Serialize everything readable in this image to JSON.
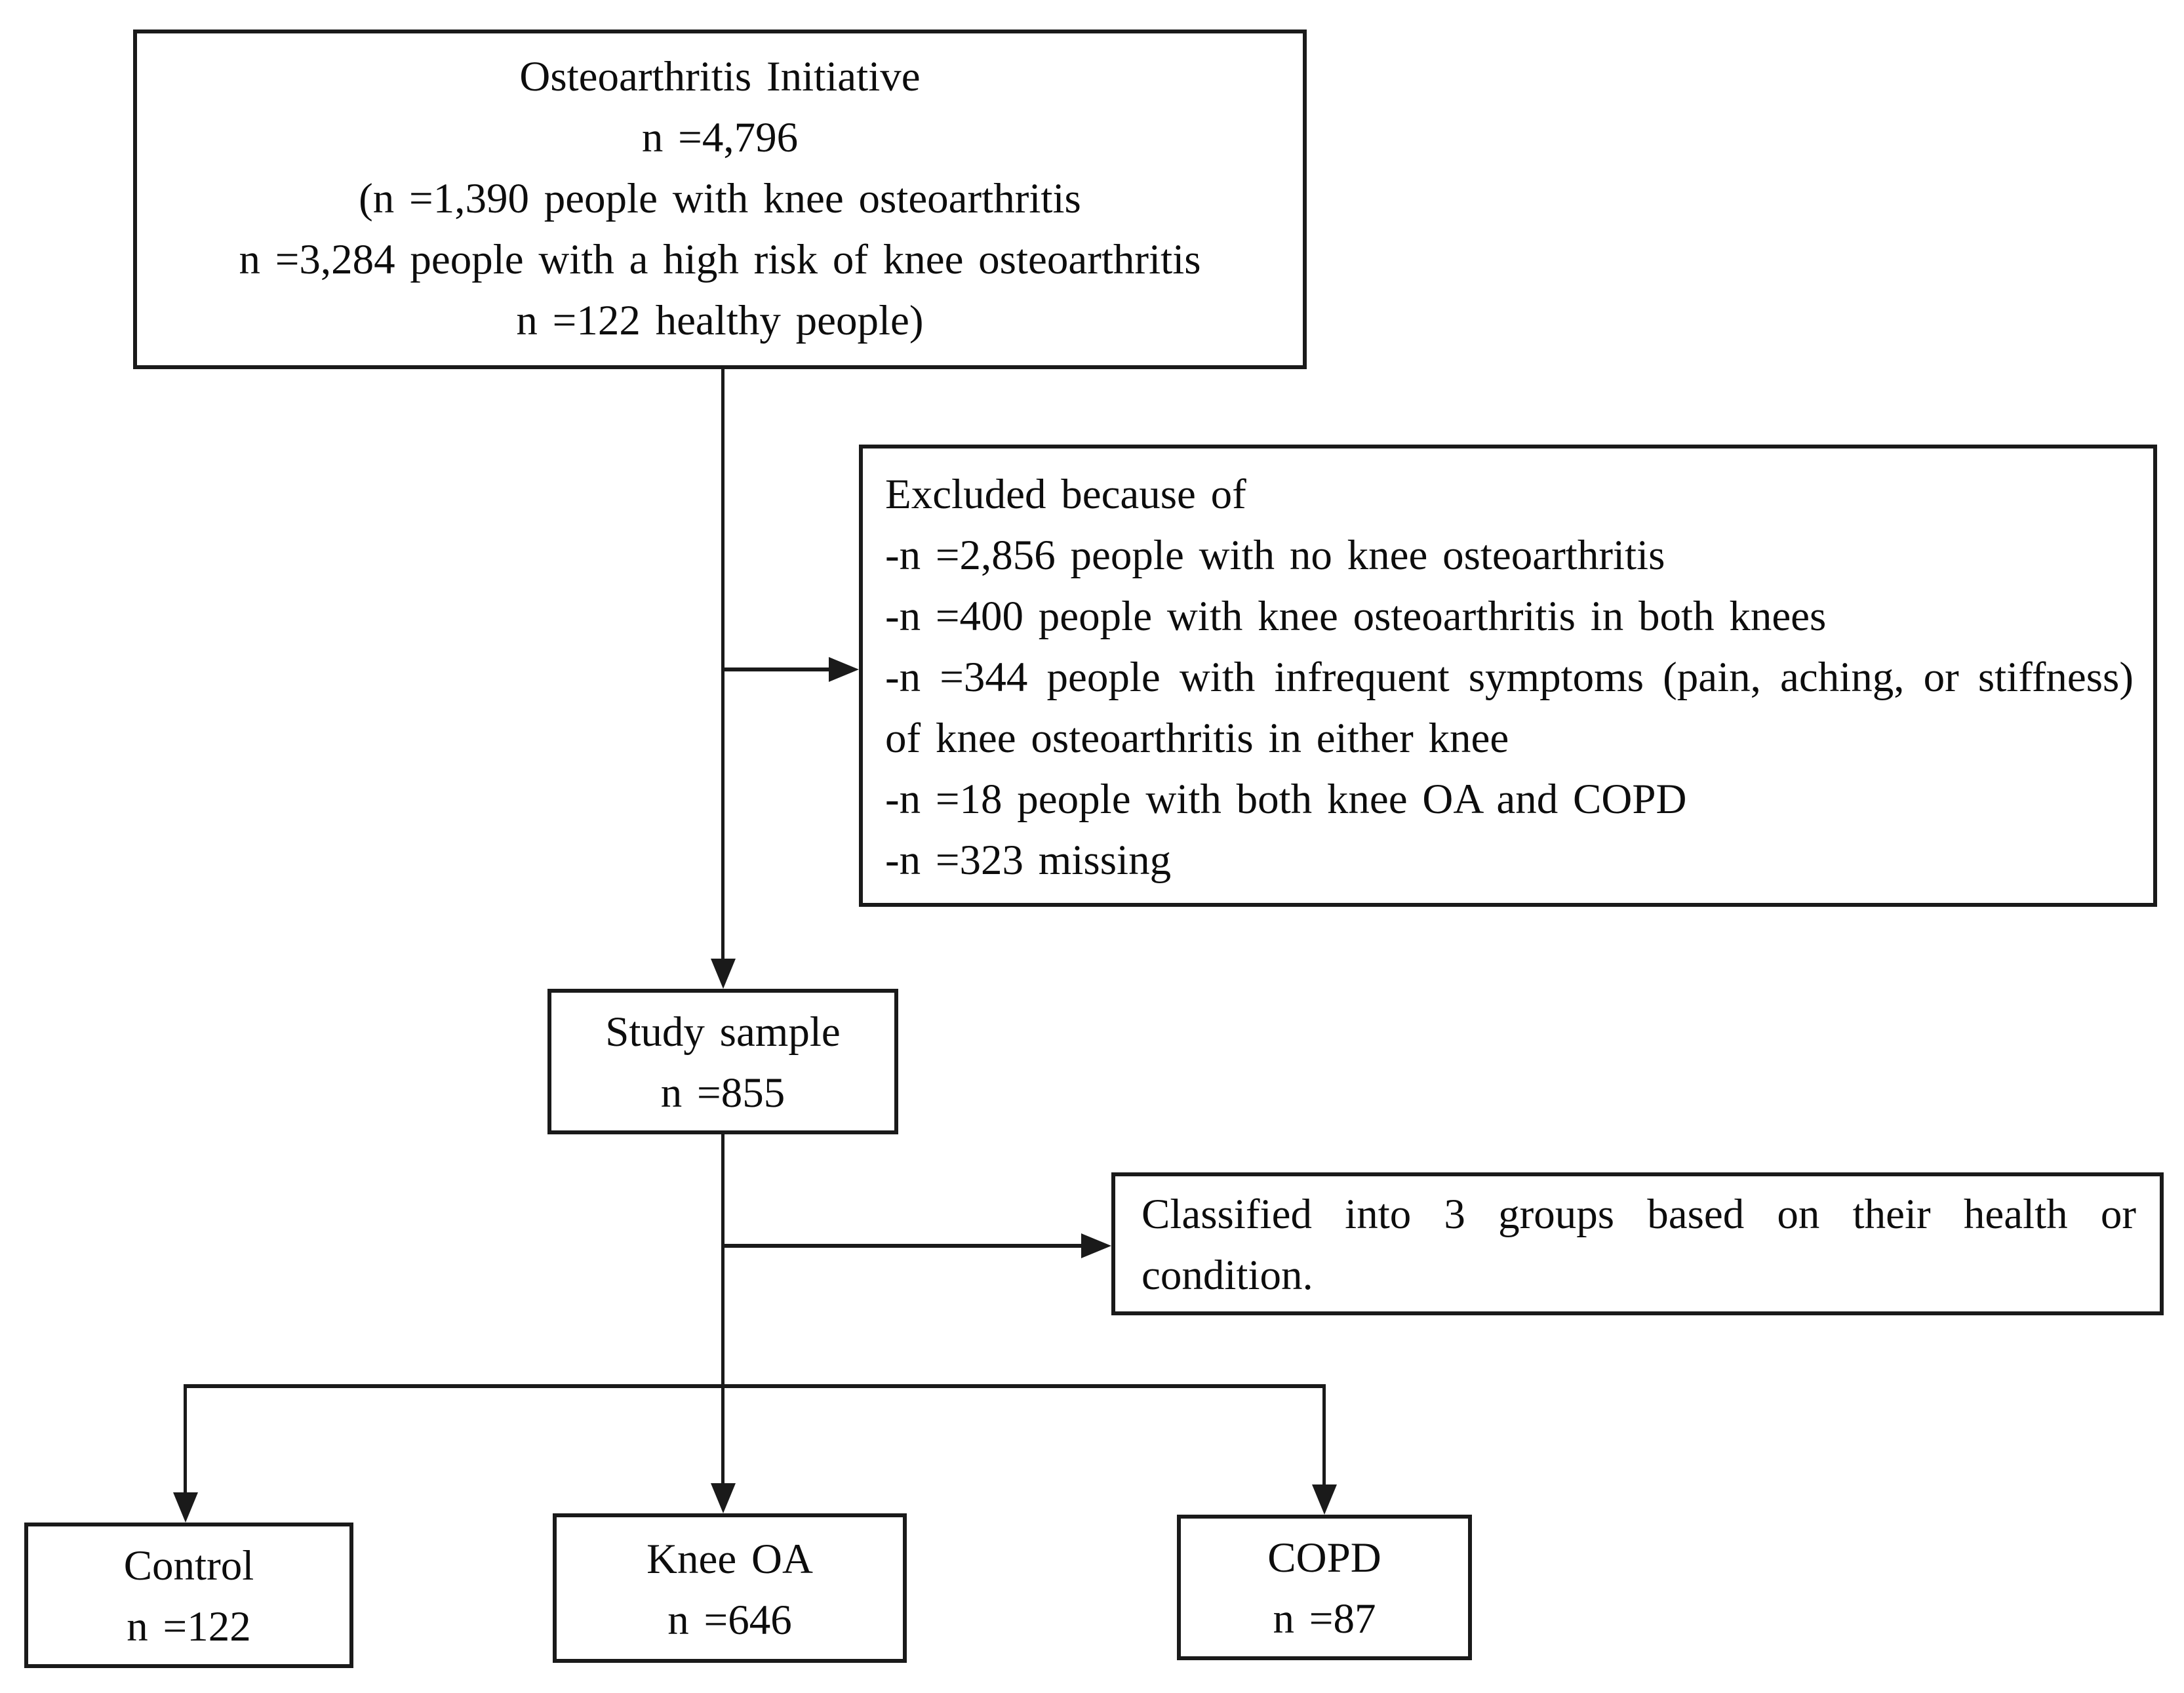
{
  "figure": {
    "background_color": "#ffffff",
    "line_color": "#1a1a1a",
    "text_color": "#0d0d0d"
  },
  "nodes": {
    "oai": {
      "lines": [
        "Osteoarthritis Initiative",
        "n =4,796",
        "(n =1,390 people with knee osteoarthritis",
        "n =3,284 people with a high risk of knee osteoarthritis",
        "n =122 healthy people)"
      ]
    },
    "excluded": {
      "heading": "Excluded because of",
      "items": [
        "-n =2,856 people with no knee osteoarthritis",
        "-n =400 people with knee osteoarthritis in both knees",
        "-n =344 people with infrequent symptoms (pain, aching, or stiffness) of knee osteoarthritis in either knee",
        "-n =18 people with both knee OA and COPD",
        "-n =323 missing"
      ]
    },
    "study_sample": {
      "label": "Study sample",
      "n": "n =855"
    },
    "classified": {
      "text": "Classified into 3 groups based on their health or condition."
    },
    "groups": [
      {
        "label": "Control",
        "n": "n =122"
      },
      {
        "label": "Knee OA",
        "n": "n =646"
      },
      {
        "label": "COPD",
        "n": "n =87"
      }
    ]
  }
}
